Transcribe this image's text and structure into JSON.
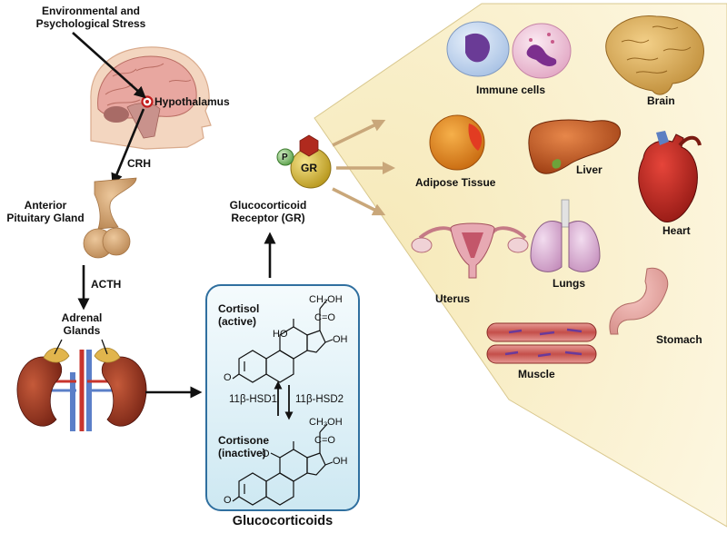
{
  "stress_source": {
    "line1": "Environmental and",
    "line2": "Psychological Stress"
  },
  "hypothalamus": "Hypothalamus",
  "crh": "CRH",
  "pituitary": {
    "line1": "Anterior",
    "line2": "Pituitary Gland"
  },
  "acth": "ACTH",
  "adrenal": {
    "line1": "Adrenal",
    "line2": "Glands"
  },
  "receptor": {
    "badge_gr": "GR",
    "badge_p": "P",
    "line1": "Glucocorticoid",
    "line2": "Receptor (GR)"
  },
  "glucocorticoids": {
    "title": "Glucocorticoids",
    "cortisol": {
      "name": "Cortisol",
      "state": "(active)"
    },
    "cortisone": {
      "name": "Cortisone",
      "state": "(inactive)"
    },
    "enzyme_left": "11β-HSD1",
    "enzyme_right": "11β-HSD2",
    "chem": {
      "ch2oh_top": "CH₂OH",
      "co_top": "C=O",
      "ho": "HO",
      "oh_top": "OH",
      "o_top": "O",
      "ch2oh_bottom": "CH₂OH",
      "co_bottom": "C=O",
      "o_keto": "O",
      "oh_bottom": "OH",
      "o_bottom": "O"
    }
  },
  "targets": {
    "immune": "Immune cells",
    "brain": "Brain",
    "adipose": "Adipose Tissue",
    "liver": "Liver",
    "heart": "Heart",
    "uterus": "Uterus",
    "lungs": "Lungs",
    "muscle": "Muscle",
    "stomach": "Stomach"
  },
  "colors": {
    "panel_fill": "#fbf3d4",
    "box_fill": "#e3f2f8",
    "box_border": "#2f6f9f",
    "gr_ball": "#d8bd3a",
    "hex": "#b02a1e",
    "p_ball": "#8ec97e",
    "fan_arrow": "#c9a77a"
  }
}
